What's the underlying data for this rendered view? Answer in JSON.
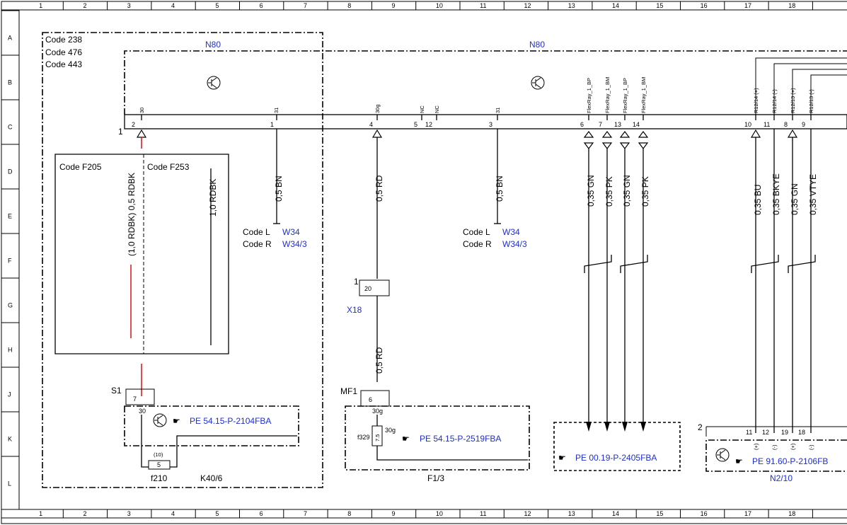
{
  "grid": {
    "columns": [
      "1",
      "2",
      "3",
      "4",
      "5",
      "6",
      "7",
      "8",
      "9",
      "10",
      "11",
      "12",
      "13",
      "14",
      "15",
      "16",
      "17",
      "18"
    ],
    "rows": [
      "A",
      "B",
      "C",
      "D",
      "E",
      "F",
      "G",
      "H",
      "J",
      "K",
      "L"
    ]
  },
  "codes_block": {
    "lines": [
      "Code 238",
      "Code 476",
      "Code 443"
    ]
  },
  "modules": {
    "n80_left": "N80",
    "n80_right": "N80",
    "k40": "K40/6",
    "f1": "F1/3",
    "n2": "N2/10"
  },
  "connector_numbers": {
    "main": "1",
    "x18": "1",
    "n2": "2",
    "s1": "S1",
    "mf1": "MF1"
  },
  "pins": {
    "p30": "30",
    "p31a": "31",
    "p30g": "30g",
    "pnc1": "NC",
    "pnc2": "NC",
    "p31b": "31",
    "fr1": "FlexRay_1_BP",
    "fr2": "FlexRay_1_BM",
    "fr3": "FlexRay_1_BP",
    "fr4": "FlexRay_1_BM",
    "r1": "R12/14 (+)",
    "r2": "R12/14 (-)",
    "r3": "R12/13 (+)",
    "r4": "R12/13 (-)"
  },
  "pin_numbers": {
    "n2": "2",
    "n1": "1",
    "n4": "4",
    "n5": "5",
    "n12": "12",
    "n3": "3",
    "n6": "6",
    "n7": "7",
    "n13": "13",
    "n14": "14",
    "n10": "10",
    "n11": "11",
    "n8": "8",
    "n9": "9"
  },
  "wires": {
    "w_rdbk_a": "(1,0 RDBK) 0,5 RDBK",
    "w_rdbk_b": "1,0 RDBK",
    "w_bn_a": "0,5 BN",
    "w_rd_a": "0,5 RD",
    "w_rd_b": "0,5 RD",
    "w_bn_b": "0,5 BN",
    "w_gn_1": "0,35 GN",
    "w_pk_1": "0,35 PK",
    "w_gn_2": "0,35 GN",
    "w_pk_2": "0,35 PK",
    "w_bu": "0,35 BU",
    "w_bkye": "0,35 BKYE",
    "w_gn_3": "0,35 GN",
    "w_vtye": "0,35 VTYE"
  },
  "variants": {
    "f205": "Code F205",
    "f253": "Code F253"
  },
  "code_refs": {
    "left": {
      "l_label": "Code L",
      "l_ref": "W34",
      "r_label": "Code R",
      "r_ref": "W34/3"
    },
    "right": {
      "l_label": "Code L",
      "l_ref": "W34",
      "r_label": "Code R",
      "r_ref": "W34/3"
    }
  },
  "x18": {
    "label": "X18",
    "pin": "20"
  },
  "s1": {
    "pin": "7",
    "pin2": "30"
  },
  "k40": {
    "fuse_id": "f210",
    "fuse_val": "5",
    "fuse_top": "(10)"
  },
  "mf1": {
    "pin": "6",
    "pin2": "30g"
  },
  "f1": {
    "fuse_id": "f329",
    "fuse_val": "7.5",
    "pin": "30g"
  },
  "n2": {
    "pins": [
      "11",
      "12",
      "19",
      "18"
    ],
    "polarity": [
      "(+)",
      "(-)",
      "(+)",
      "(-)"
    ]
  },
  "references": {
    "pe1": "PE 54.15-P-2104FBA",
    "pe2": "PE 54.15-P-2519FBA",
    "pe3": "PE 00.19-P-2405FBA",
    "pe4": "PE 91.60-P-2106FB"
  },
  "icons": [
    "transistor-icon",
    "hand-pointer-icon",
    "connector-arrow-icon",
    "ground-icon"
  ],
  "colors": {
    "link": "#1f2fd0",
    "red_wire": "#e02020",
    "line": "#000000"
  }
}
